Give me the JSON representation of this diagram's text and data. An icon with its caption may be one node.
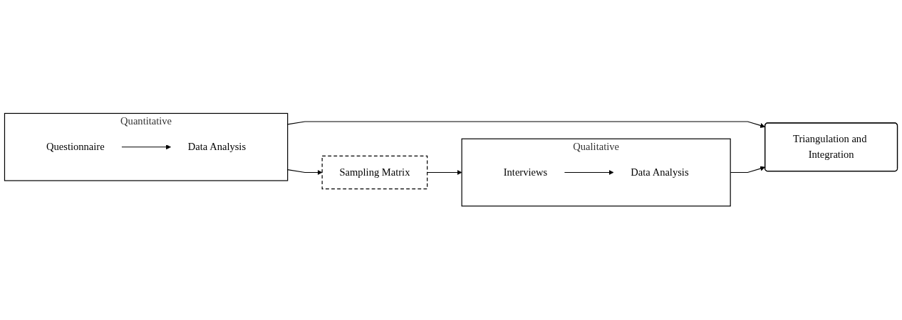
{
  "diagram": {
    "nodes": [
      {
        "text": [
          "Quantitative"
        ]
      },
      {
        "text": [
          "Questionnaire"
        ],
        "in": 0
      },
      {
        "text": [
          "Data Analysis"
        ],
        "in": 0
      },
      {
        "text": [
          "Sampling Matrix"
        ]
      },
      {
        "text": [
          "Qualitative"
        ]
      },
      {
        "text": [
          "Interviews"
        ],
        "in": 4
      },
      {
        "text": [
          "Data Analysis"
        ],
        "in": 4
      },
      {
        "text": [
          "Triangulation and Integration"
        ]
      }
    ],
    "edges": [
      {
        "from": 1,
        "to": 2,
        "arrow": "to"
      },
      {
        "from": 0,
        "to": 3,
        "arrow": "to"
      },
      {
        "from": 3,
        "to": 4,
        "arrow": "to"
      },
      {
        "from": 5,
        "to": 6,
        "arrow": "to"
      },
      {
        "from": 0,
        "to": 7,
        "arrow": "to"
      },
      {
        "from": 4,
        "to": 7,
        "arrow": "to"
      }
    ]
  }
}
